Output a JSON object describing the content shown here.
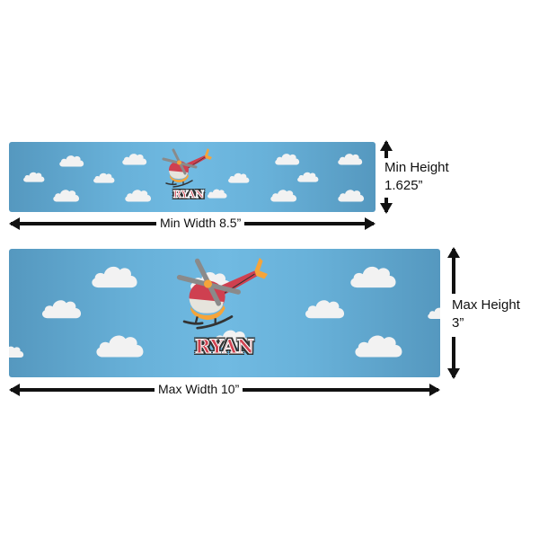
{
  "product": {
    "design_theme": "Helicopter in clouds",
    "personalized_name": "RYAN",
    "colors": {
      "sky_dark": "#5598bf",
      "sky_light": "#70bae2",
      "cloud": "#f2f2f2",
      "helicopter_red": "#cf4050",
      "helicopter_accent": "#f5a43a",
      "rotor_gray": "#888888",
      "name_fill": "#d14452"
    }
  },
  "min_banner": {
    "width_label": "Min Width 8.5”",
    "height_label_line1": "Min Height",
    "height_label_line2": "1.625”"
  },
  "max_banner": {
    "width_label": "Max Width 10”",
    "height_label_line1": "Max Height",
    "height_label_line2": "3”"
  },
  "icons": {
    "cloud": "cloud-icon",
    "helicopter": "helicopter-icon",
    "arrow_horizontal": "double-arrow-horizontal-icon",
    "arrow_vertical": "double-arrow-vertical-icon"
  }
}
